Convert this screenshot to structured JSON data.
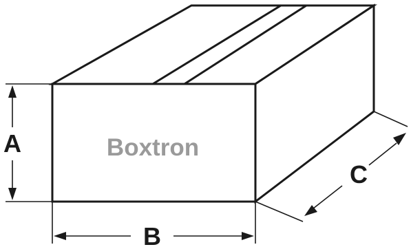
{
  "diagram": {
    "brand_text": "Boxtron",
    "labels": {
      "height": "A",
      "width": "B",
      "depth": "C"
    },
    "colors": {
      "outline": "#1a1a1a",
      "brand_text": "#9a9a9a",
      "background": "#ffffff"
    }
  }
}
